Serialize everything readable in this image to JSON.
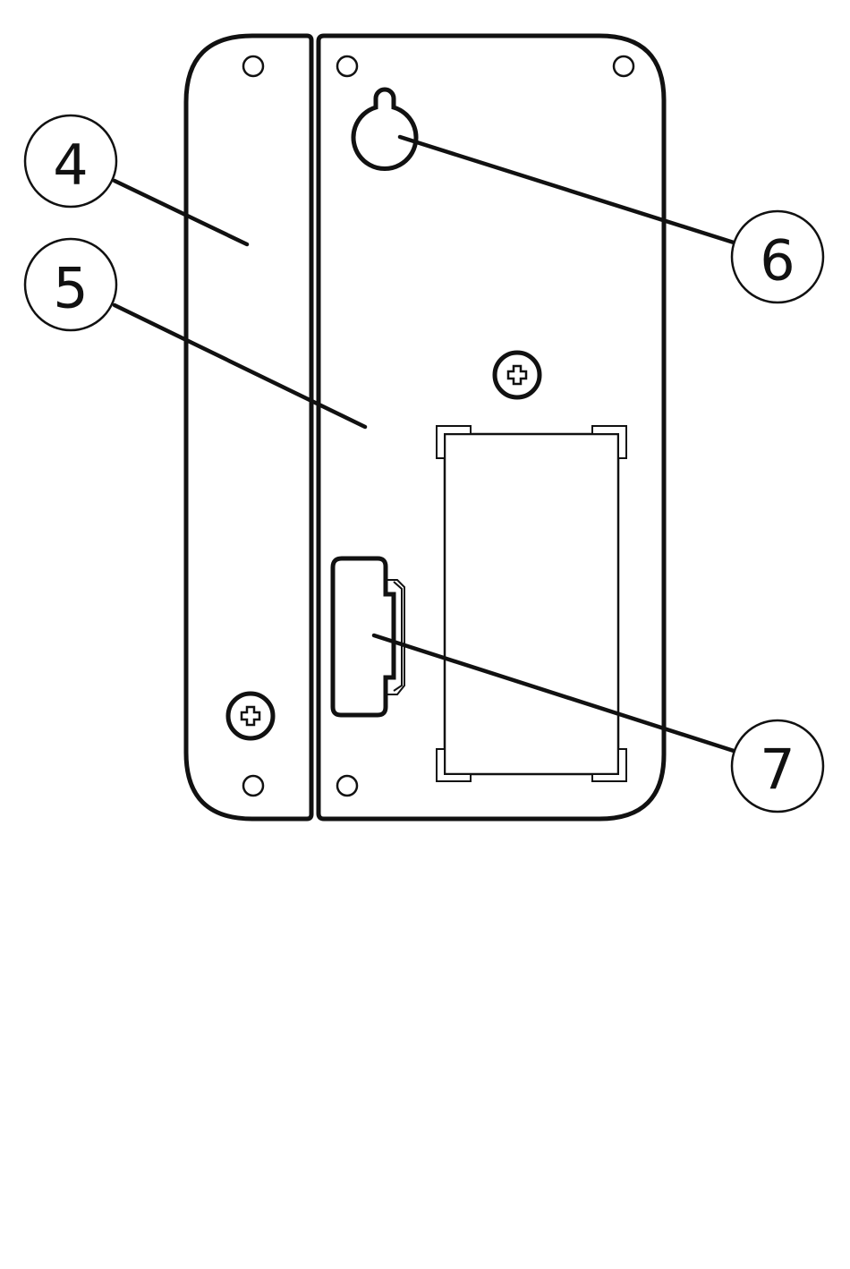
{
  "callouts": [
    {
      "id": "4",
      "label": "4"
    },
    {
      "id": "5",
      "label": "5"
    },
    {
      "id": "6",
      "label": "6"
    },
    {
      "id": "7",
      "label": "7"
    }
  ],
  "colors": {
    "stroke": "#111111",
    "fill": "#ffffff"
  }
}
